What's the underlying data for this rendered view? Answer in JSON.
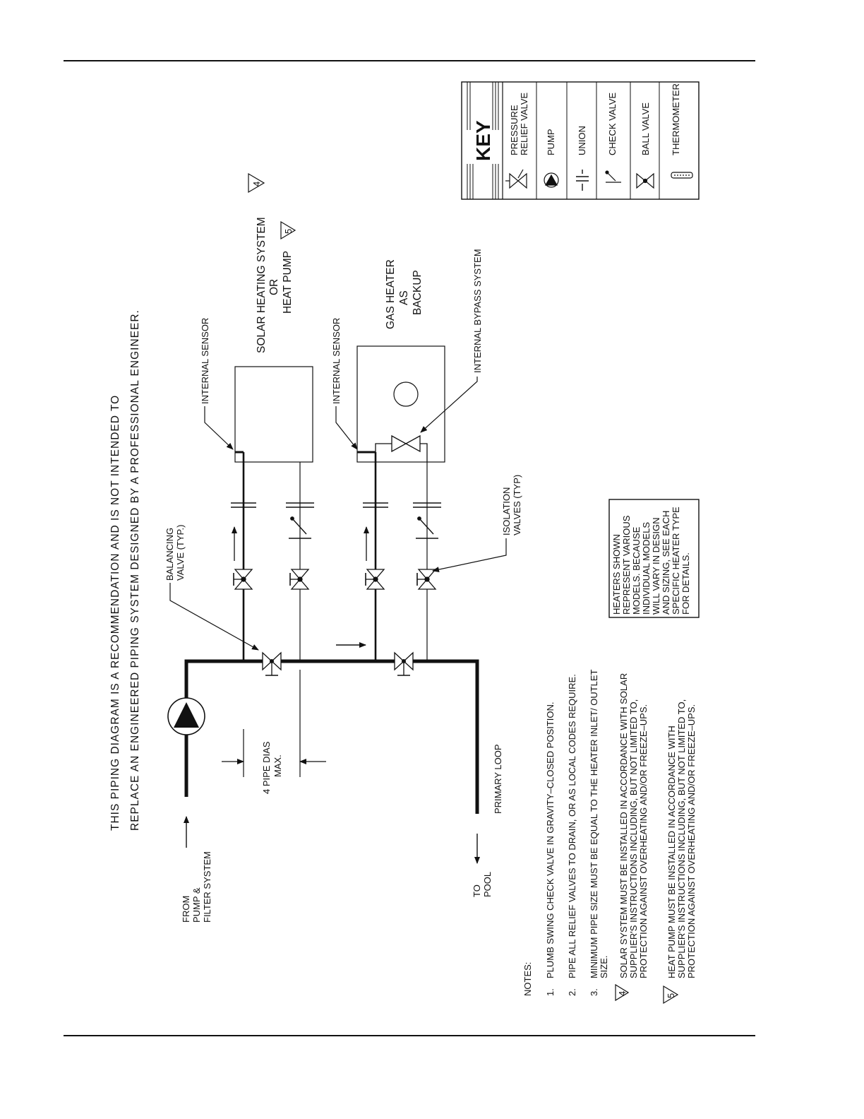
{
  "title": {
    "line1": "THIS PIPING DIAGRAM IS A RECOMMENDATION AND IS NOT INTENDED TO",
    "line2": "REPLACE AN ENGINEERED PIPING SYSTEM DESIGNED BY A PROFESSIONAL ENGINEER."
  },
  "labels": {
    "from1": "FROM",
    "from2": "PUMP &",
    "from3": "FILTER SYSTEM",
    "to1": "TO",
    "to2": "POOL",
    "primary_loop": "PRIMARY LOOP",
    "pipe_dias1": "4 PIPE DIAS",
    "pipe_dias2": "MAX.",
    "balancing1": "BALANCING",
    "balancing2": "VALVE (TYP.)",
    "isolation1": "ISOLATION",
    "isolation2": "VALVES (TYP)",
    "internal_sensor_1": "INTERNAL SENSOR",
    "internal_sensor_2": "INTERNAL SENSOR",
    "bypass": "INTERNAL BYPASS SYSTEM",
    "solar1": "SOLAR HEATING SYSTEM",
    "solar2": "OR",
    "solar3": "HEAT PUMP",
    "solar_note_num": "5",
    "solar_top_num": "4",
    "gas1": "GAS HEATER",
    "gas2": "AS",
    "gas3": "BACKUP"
  },
  "heaters_box": [
    "HEATERS SHOWN",
    "REPRESENT VARIOUS",
    "MODELS. BECAUSE",
    "INDIVIDUAL MODELS",
    "WILL VARY IN DESIGN",
    "AND SIZING, SEE EACH",
    "SPECIFIC HEATER TYPE",
    "FOR DETAILS."
  ],
  "key": {
    "title": "KEY",
    "items": [
      {
        "icon": "pressure-relief-valve-icon",
        "label1": "PRESSURE",
        "label2": "RELIEF VALVE"
      },
      {
        "icon": "pump-icon",
        "label1": "PUMP",
        "label2": ""
      },
      {
        "icon": "union-icon",
        "label1": "UNION",
        "label2": ""
      },
      {
        "icon": "check-valve-icon",
        "label1": "CHECK VALVE",
        "label2": ""
      },
      {
        "icon": "ball-valve-icon",
        "label1": "BALL VALVE",
        "label2": ""
      },
      {
        "icon": "thermometer-icon",
        "label1": "THERMOMETER",
        "label2": ""
      }
    ]
  },
  "notes": {
    "heading": "NOTES:",
    "n1_num": "1.",
    "n1": "PLUMB SWING CHECK VALVE IN GRAVITY–CLOSED POSITION.",
    "n2_num": "2.",
    "n2": "PIPE ALL RELIEF VALVES TO DRAIN, OR AS LOCAL CODES REQUIRE.",
    "n3_num": "3.",
    "n3a": "MINIMUM PIPE SIZE MUST BE EQUAL TO THE HEATER INLET/ OUTLET",
    "n3b": "SIZE.",
    "n4_num": "4",
    "n4a": "SOLAR SYSTEM MUST BE INSTALLED IN ACCORDANCE WITH SOLAR",
    "n4b": "SUPPLIER'S INSTRUCTIONS INCLUDING, BUT NOT LIMITED TO,",
    "n4c": "PROTECTION AGAINST OVERHEATING AND/OR FREEZE–UPS.",
    "n5_num": "5",
    "n5a": "HEAT PUMP MUST BE INSTALLED IN ACCORDANCE WITH",
    "n5b": "SUPPLIER'S INSTRUCTIONS INCLUDING, BUT NOT LIMITED TO,",
    "n5c": "PROTECTION AGAINST OVERHEATING AND/OR FREEZE–UPS."
  }
}
